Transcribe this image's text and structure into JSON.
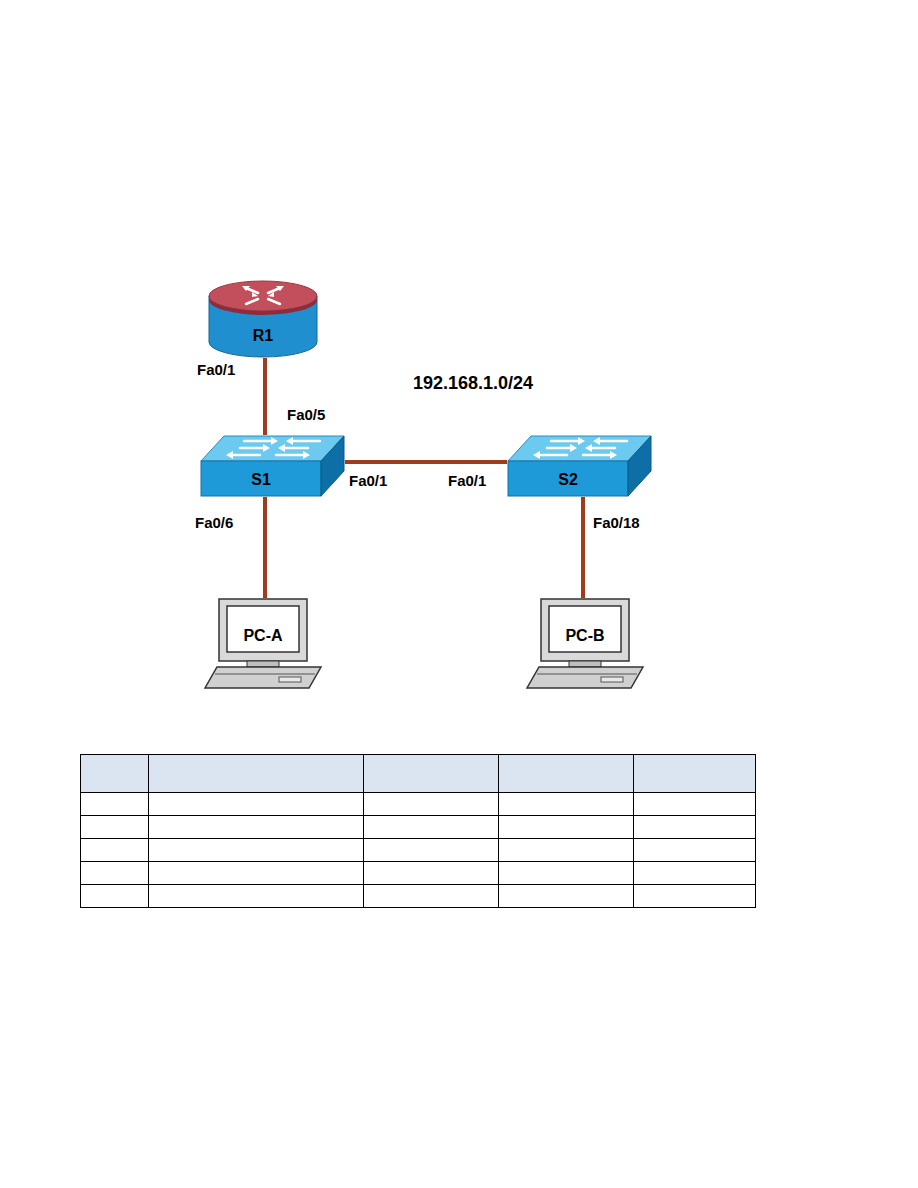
{
  "diagram": {
    "nodes": [
      {
        "text": [
          "R1"
        ]
      },
      {
        "text": [
          "S1"
        ]
      },
      {
        "text": [
          "S2"
        ]
      },
      {
        "text": [
          "PC-A"
        ]
      },
      {
        "text": [
          "PC-B"
        ]
      }
    ],
    "edges": [
      {
        "from": 0,
        "to": 1,
        "arrow": "none"
      },
      {
        "from": 1,
        "to": 2,
        "arrow": "none"
      },
      {
        "from": 1,
        "to": 3,
        "arrow": "none"
      },
      {
        "from": 2,
        "to": 4,
        "arrow": "none"
      }
    ],
    "labels": [
      "Fa0/1",
      "192.168.1.0/24",
      "Fa0/5",
      "Fa0/1",
      "Fa0/1",
      "Fa0/6",
      "Fa0/18"
    ]
  }
}
